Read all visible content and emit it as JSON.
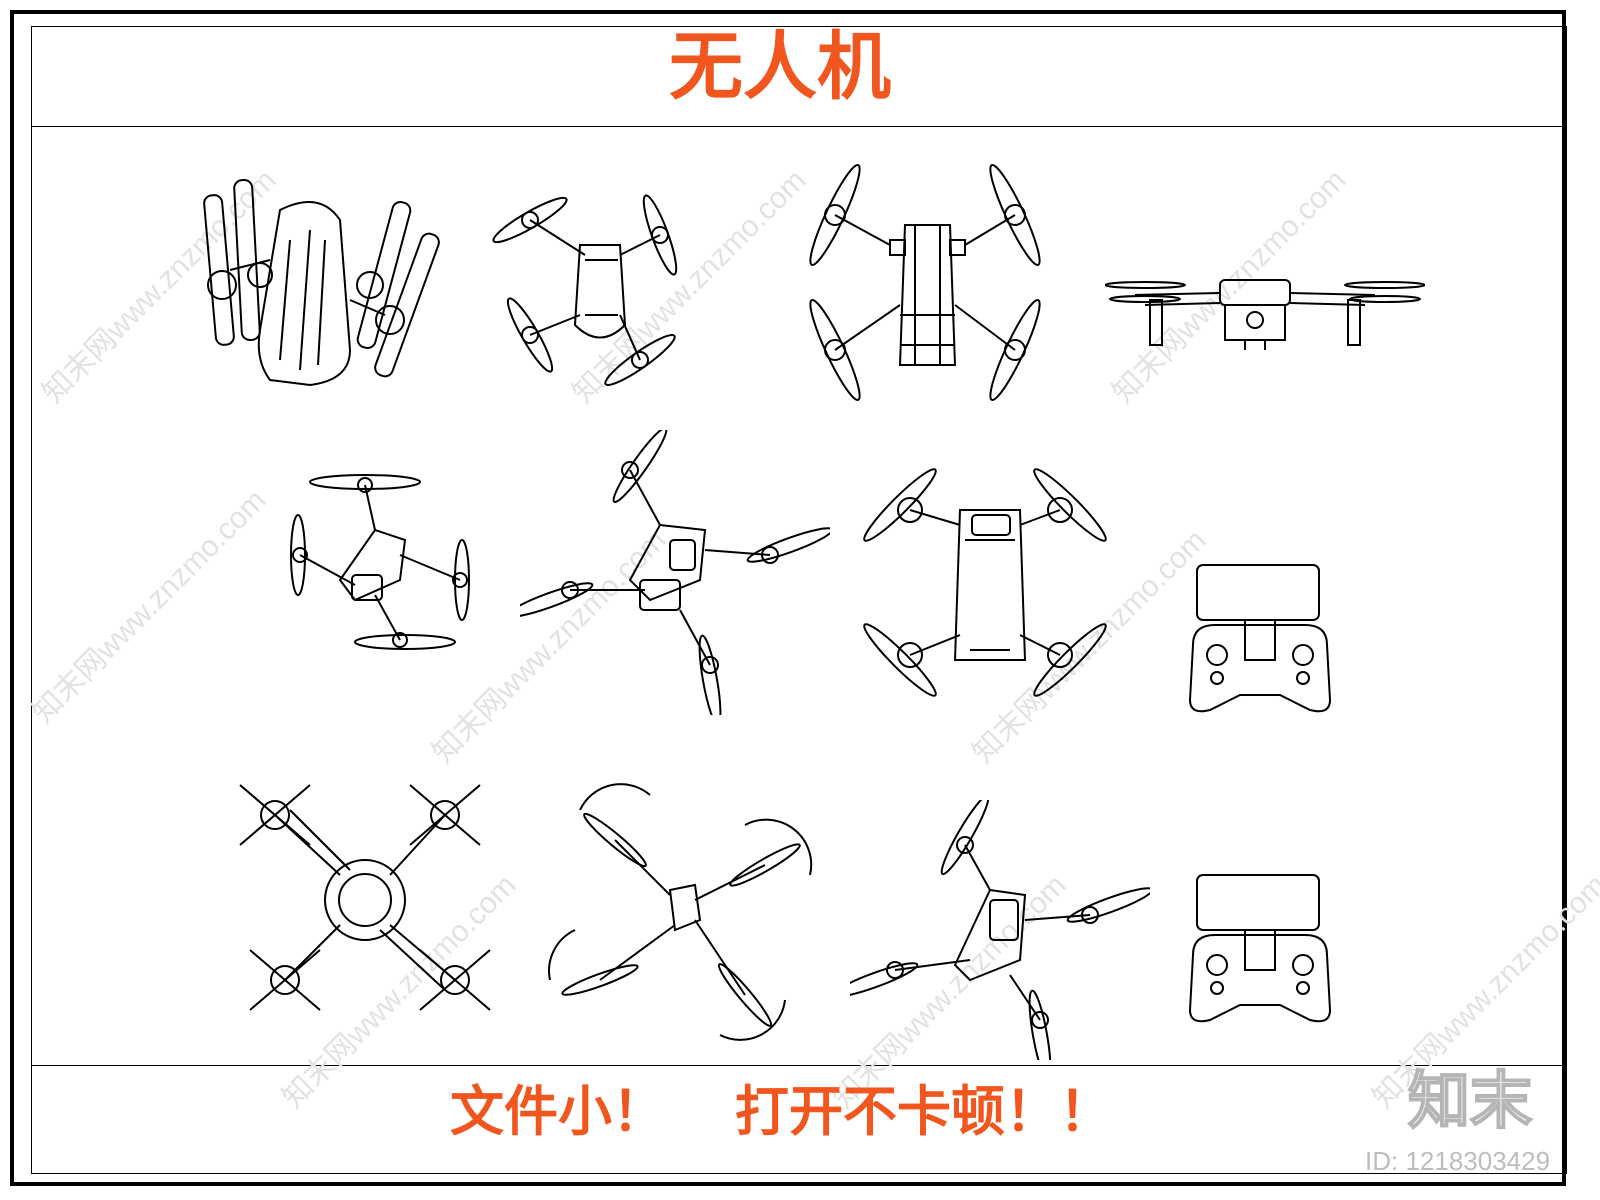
{
  "header": {
    "title": "无人机"
  },
  "footer": {
    "left_text": "文件小！",
    "right_text": "打开不卡顿！！"
  },
  "brand": {
    "logo_text": "知末",
    "id_text": "ID: 1218303429"
  },
  "watermark": {
    "text": "知末网www.znzmo.com"
  },
  "colors": {
    "accent": "#f0561e",
    "line": "#000000",
    "watermark": "#e2e2e2"
  },
  "drawings": [
    {
      "icon": "drone-folded-icon"
    },
    {
      "icon": "drone-top-view-icon"
    },
    {
      "icon": "drone-top-view-icon"
    },
    {
      "icon": "drone-front-view-icon"
    },
    {
      "icon": "drone-top-view-icon"
    },
    {
      "icon": "drone-top-view-icon"
    },
    {
      "icon": "drone-top-view-icon"
    },
    {
      "icon": "remote-controller-icon"
    },
    {
      "icon": "drone-x-frame-icon"
    },
    {
      "icon": "drone-guarded-icon"
    },
    {
      "icon": "drone-top-view-icon"
    },
    {
      "icon": "remote-controller-icon"
    }
  ]
}
